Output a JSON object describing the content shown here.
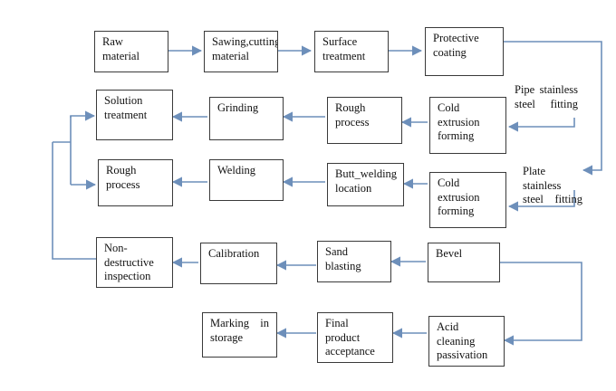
{
  "steps": {
    "raw_material": "Raw material",
    "sawing": "Sawing,cutting material",
    "surface_treatment": "Surface treatment",
    "protective_coating": "Protective coating",
    "cold_extrusion_1": "Cold extrusion forming",
    "rough_process_1": "Rough process",
    "grinding": "Grinding",
    "solution_treatment": "Solution treatment",
    "cold_extrusion_2": "Cold extrusion forming",
    "butt_welding": "Butt_welding location",
    "welding": "Welding",
    "rough_process_2": "Rough process",
    "bevel": "Bevel",
    "sand_blasting": "Sand blasting",
    "calibration": "Calibration",
    "non_destructive": "Non-destructive inspection",
    "acid_cleaning": "Acid cleaning passivation",
    "final_acceptance": "Final product acceptance",
    "marking": "Marking in storage"
  },
  "branch_labels": {
    "pipe": "Pipe stainless steel fitting",
    "plate": "Plate stainless steel fitting"
  },
  "colors": {
    "connector": "#6d8fba",
    "border": "#3a3a3a"
  }
}
